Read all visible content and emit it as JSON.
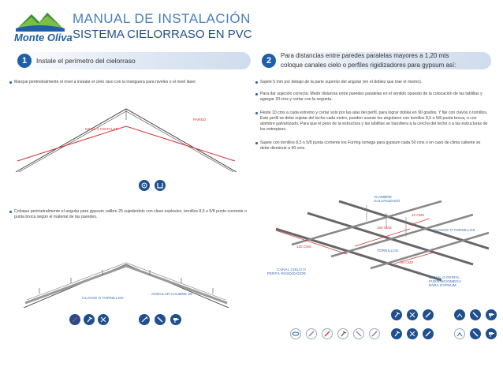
{
  "header": {
    "logo_text": "Monte Oliva",
    "title_line1": "MANUAL DE INSTALACIÓN",
    "title_line2": "SISTEMA CIELORRASO EN PVC"
  },
  "step1": {
    "number": "1",
    "title": "Instale el perímetro del cielorraso",
    "bullet1": "Marque perimetralmente el nivel a instalar el cielo raso con la manguera para niveles o el nivel láser.",
    "bullet2": "Coloque perimetralmente el angular para gypsum calibre 25 sujetándolo con clavo explosivo, tornillos 8,5 o 5/8 punto corriente o punta broca según el material de las paredes.",
    "label_pared": "PARED",
    "label_nivel": "NIVEL A INSTALAR",
    "label_angular": "ANGULAR CALIBRE 25",
    "label_clavos": "CLAVOS O TORNILLOS"
  },
  "step2": {
    "number": "2",
    "title_line1": "Para distancias entre paredes paralelas mayores a 1,20 mts",
    "title_line2": "coloque canales cielo o perfiles rigidizadores para gypsum así:",
    "bullet1": "Sujete 5 mm por debajo de la parte superior del angular (en el doblez que trae el mismo).",
    "bullet2": "Para dar sujeción correcta: Medir distancia entre paredes paralelas en el sentido opuesto de la colocación de las tablillas y agregar 20 cms y cortar con la segueta.",
    "bullet3": "Reste 10 cms a cada extremo y cortar solo por las alas del perfil, para lograr doblar en 90 grados. Y fije con clavos o tornillos. Este perfil se debe sujetar del techo cada metro, pueden usarse los angulares con tornillos 8,5 o 5/8 punta broca, o con alambre galvanizado. Para que el peso de la estructura y las tablillas se transfiera a la cercha del techo o a las estructuras de los entrepisos.",
    "bullet4": "Sujete con tornillos 8,5 o 5/8 punta corriente los Furring /omega para gypsum cada 50 cms o en caso de clima caliente se debe disminuir a 40 cms.",
    "label_alambre": "ALAMBRE GALVANIZADO",
    "label_10cms": "10 CMS",
    "label_100cms": "100 CMS",
    "label_120cms": "120 CMS",
    "label_50cms": "50 CMS",
    "label_clavos": "CLAVOS O TORNILLOS",
    "label_tornillos": "TORNILLOS",
    "label_canal": "CANAL CIELO O PERFIL RIGIDIZADOR",
    "label_canal_perfil": "CANAL O PERFIL FURRING/OMEGA PARA GYPSUM"
  },
  "icons": {
    "step1_top": [
      "level-icon",
      "hose-icon"
    ],
    "step1_bottom": [
      "screwdriver-icon",
      "hammer-icon",
      "pliers-icon",
      "saw-icon",
      "knife-icon",
      "drill-icon"
    ],
    "step2_top": [
      "hammer-icon",
      "pliers-icon",
      "screwdriver-icon",
      "wire-cutter-icon",
      "knife-icon",
      "drill-icon"
    ],
    "step2_bottom": [
      "wire-icon",
      "screw-icon",
      "screwdriver-icon",
      "hammer-icon",
      "knife-icon",
      "cutter-icon"
    ]
  },
  "colors": {
    "brand_blue": "#1f5fa8",
    "red_line": "#d33333",
    "icon_dark": "#1f4f8f"
  }
}
